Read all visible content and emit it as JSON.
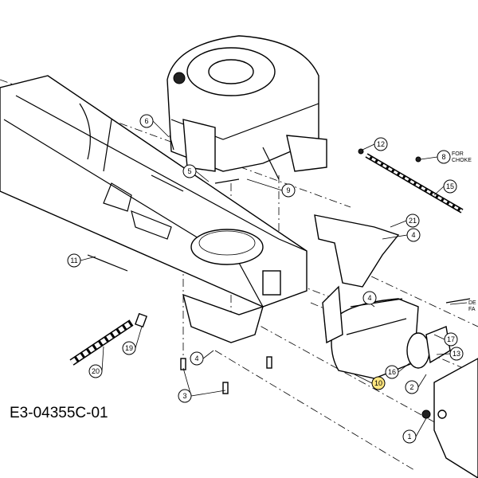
{
  "diagram_code": "E3-04355C-01",
  "notes": {
    "for_choke": [
      "FOR",
      "CHOKE"
    ],
    "partial": [
      "DE",
      "FA"
    ]
  },
  "callouts": [
    "6",
    "5",
    "9",
    "12",
    "8",
    "15",
    "21",
    "4",
    "11",
    "4",
    "17",
    "13",
    "16",
    "10",
    "2",
    "1",
    "19",
    "20",
    "4",
    "3"
  ],
  "highlighted_callout": "10",
  "highlight_color": "#ffe680"
}
